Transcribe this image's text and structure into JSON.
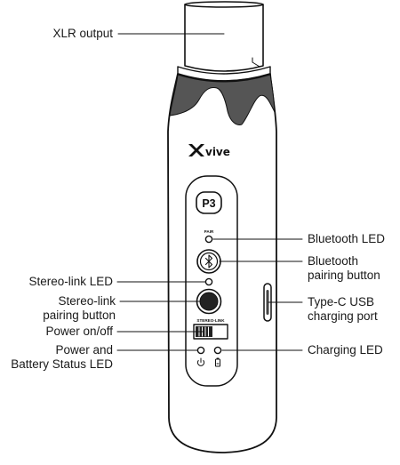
{
  "device": {
    "brand": "vive",
    "model": "P3",
    "pair_label": "PAIR",
    "stereo_link_label": "STEREO-LINK"
  },
  "callouts": {
    "xlr_output": "XLR output",
    "bluetooth_led": "Bluetooth LED",
    "bluetooth_pairing_button": "Bluetooth\npairing button",
    "stereo_link_led": "Stereo-link LED",
    "stereo_link_pairing_button": "Stereo-link\npairing button",
    "power_on_off": "Power on/off",
    "power_battery_status_led": "Power and\nBattery Status LED",
    "type_c_usb_port": "Type-C USB\ncharging port",
    "charging_led": "Charging LED"
  },
  "icons": {
    "bluetooth": "bluetooth-icon",
    "power": "power-icon",
    "battery": "battery-icon"
  }
}
